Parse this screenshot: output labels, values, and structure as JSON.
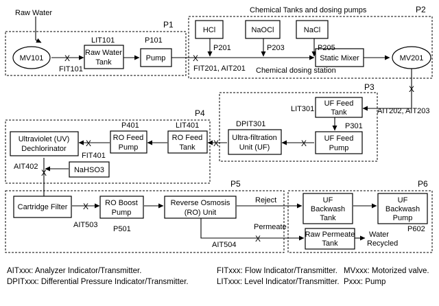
{
  "raw_water": "Raw Water",
  "stages": {
    "p1": "P1",
    "p2": "P2",
    "p3": "P3",
    "p4": "P4",
    "p5": "P5",
    "p6": "P6"
  },
  "p2_title": "Chemical Tanks and dosing pumps",
  "p2_subtitle": "Chemical dosing station",
  "components": {
    "mv101": "MV101",
    "raw_tank": [
      "Raw Water",
      "Tank"
    ],
    "pump": "Pump",
    "hcl": "HCl",
    "naocl": "NaOCl",
    "nacl": "NaCl",
    "static_mixer": "Static Mixer",
    "mv201": "MV201",
    "uf_feed_tank": [
      "UF Feed",
      "Tank"
    ],
    "uf_feed_pump": [
      "UF Feed",
      "Pump"
    ],
    "uf_unit": [
      "Ultra-filtration",
      "Unit (UF)"
    ],
    "ro_feed_tank": [
      "RO Feed",
      "Tank"
    ],
    "ro_feed_pump": [
      "RO Feed",
      "Pump"
    ],
    "uv": [
      "Ultraviolet (UV)",
      "Dechlorinator"
    ],
    "nahso3": "NaHSO3",
    "cartridge": "Cartridge Filter",
    "ro_boost": [
      "RO Boost",
      "Pump"
    ],
    "ro_unit": [
      "Reverse Osmosis",
      "(RO) Unit"
    ],
    "uf_backwash_tank": [
      "UF",
      "Backwash",
      "Tank"
    ],
    "uf_backwash_pump": [
      "UF",
      "Backwash",
      "Pump"
    ],
    "raw_permeate": [
      "Raw Permeate",
      "Tank"
    ],
    "water_recycled": [
      "Water",
      "Recycled"
    ]
  },
  "sensors": {
    "lit101": "LIT101",
    "p101": "P101",
    "fit101": "FIT101",
    "p201": "P201",
    "p203": "P203",
    "p205": "P205",
    "fit201_ait201": "FIT201, AIT201",
    "ait202_ait203": "AIT202, AIT203",
    "lit301": "LIT301",
    "p301": "P301",
    "dpit301": "DPIT301",
    "p401": "P401",
    "lit401": "LIT401",
    "fit401": "FIT401",
    "ait402": "AIT402",
    "ait503": "AIT503",
    "p501": "P501",
    "ait504": "AIT504",
    "p602": "P602"
  },
  "flow_labels": {
    "reject": "Reject",
    "permeate": "Permeate"
  },
  "legend": {
    "ait": "AITxxx: Analyzer Indicator/Transmitter.",
    "dpit": "DPITxxx: Differential Pressure Indicator/Transmitter.",
    "fit": "FITxxx: Flow Indicator/Transmitter.",
    "lit": "LITxxx: Level Indicator/Transmitter.",
    "mv": "MVxxx: Motorized valve.",
    "p": "Pxxx: Pump"
  }
}
